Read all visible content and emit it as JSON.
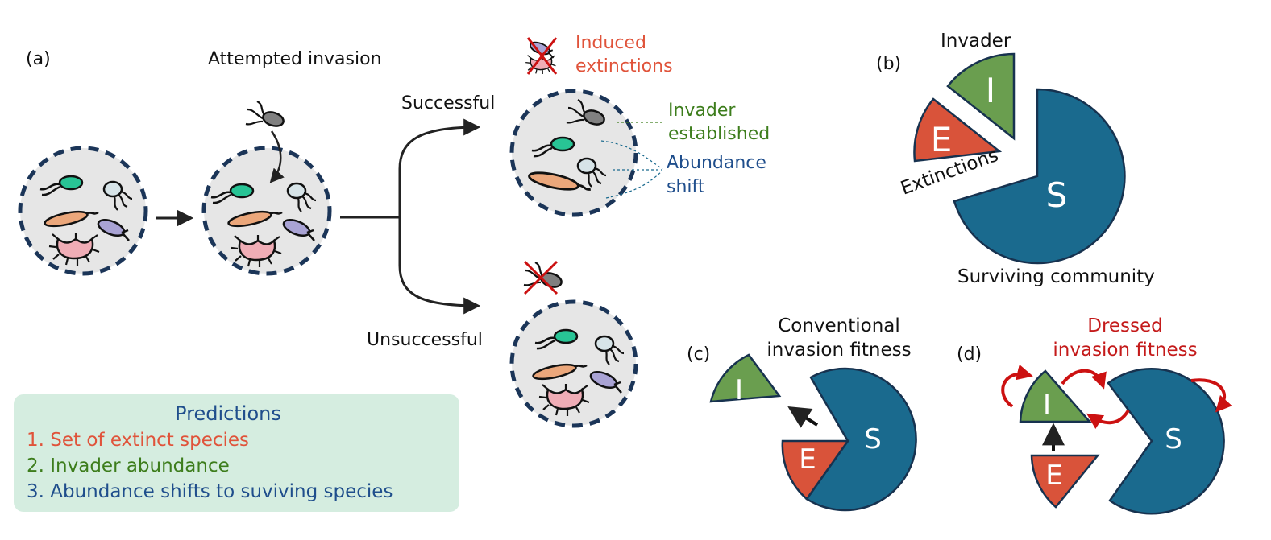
{
  "panel_a": {
    "label": "(a)",
    "attempted_invasion": "Attempted invasion",
    "successful": "Successful",
    "unsuccessful": "Unsuccessful",
    "induced_extinctions_1": "Induced",
    "induced_extinctions_2": "extinctions",
    "invader_established_1": "Invader",
    "invader_established_2": "established",
    "abundance_shift_1": "Abundance",
    "abundance_shift_2": "shift"
  },
  "predictions": {
    "title": "Predictions",
    "item1": "1. Set of extinct species",
    "item2": "2. Invader abundance",
    "item3": "3. Abundance shifts to suviving species"
  },
  "panel_b": {
    "label": "(b)",
    "invader": "Invader",
    "extinctions": "Extinctions",
    "surviving": "Surviving community",
    "I": "I",
    "E": "E",
    "S": "S"
  },
  "panel_c": {
    "label": "(c)",
    "title_1": "Conventional",
    "title_2": "invasion fitness",
    "I": "I",
    "E": "E",
    "S": "S"
  },
  "panel_d": {
    "label": "(d)",
    "title_1": "Dressed",
    "title_2": "invasion fitness",
    "I": "I",
    "E": "E",
    "S": "S"
  },
  "colors": {
    "invader_green": "#6a9e4f",
    "extinct_red": "#d9533a",
    "surviving_blue": "#1a6a8e",
    "community_gray": "#e6e6e6",
    "community_border": "#1b3558",
    "predictions_bg": "#d5ede0",
    "arrow_red": "#cc1111"
  }
}
